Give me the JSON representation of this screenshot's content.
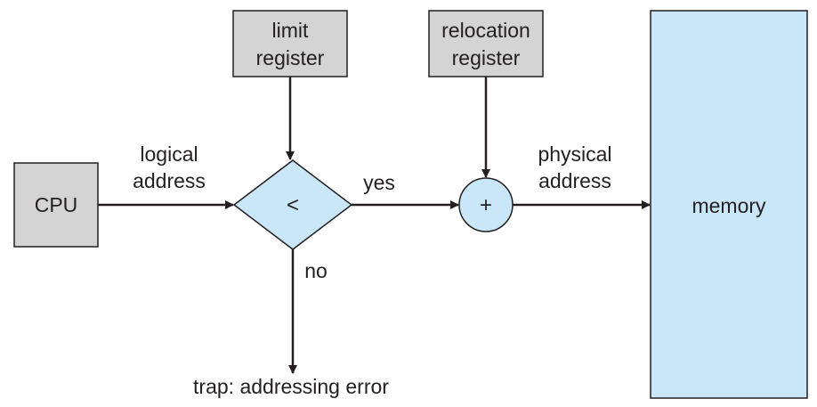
{
  "nodes": {
    "cpu": "CPU",
    "limit_register": [
      "limit",
      "register"
    ],
    "relocation_register": [
      "relocation",
      "register"
    ],
    "compare": "<",
    "adder": "+",
    "memory": "memory"
  },
  "edges": {
    "logical_address": [
      "logical",
      "address"
    ],
    "yes": "yes",
    "no": "no",
    "physical_address": [
      "physical",
      "address"
    ],
    "trap": "trap: addressing error"
  },
  "colors": {
    "register_fill": "#d4d4d4",
    "shape_fill": "#c9e7f8",
    "stroke": "#231f20"
  }
}
